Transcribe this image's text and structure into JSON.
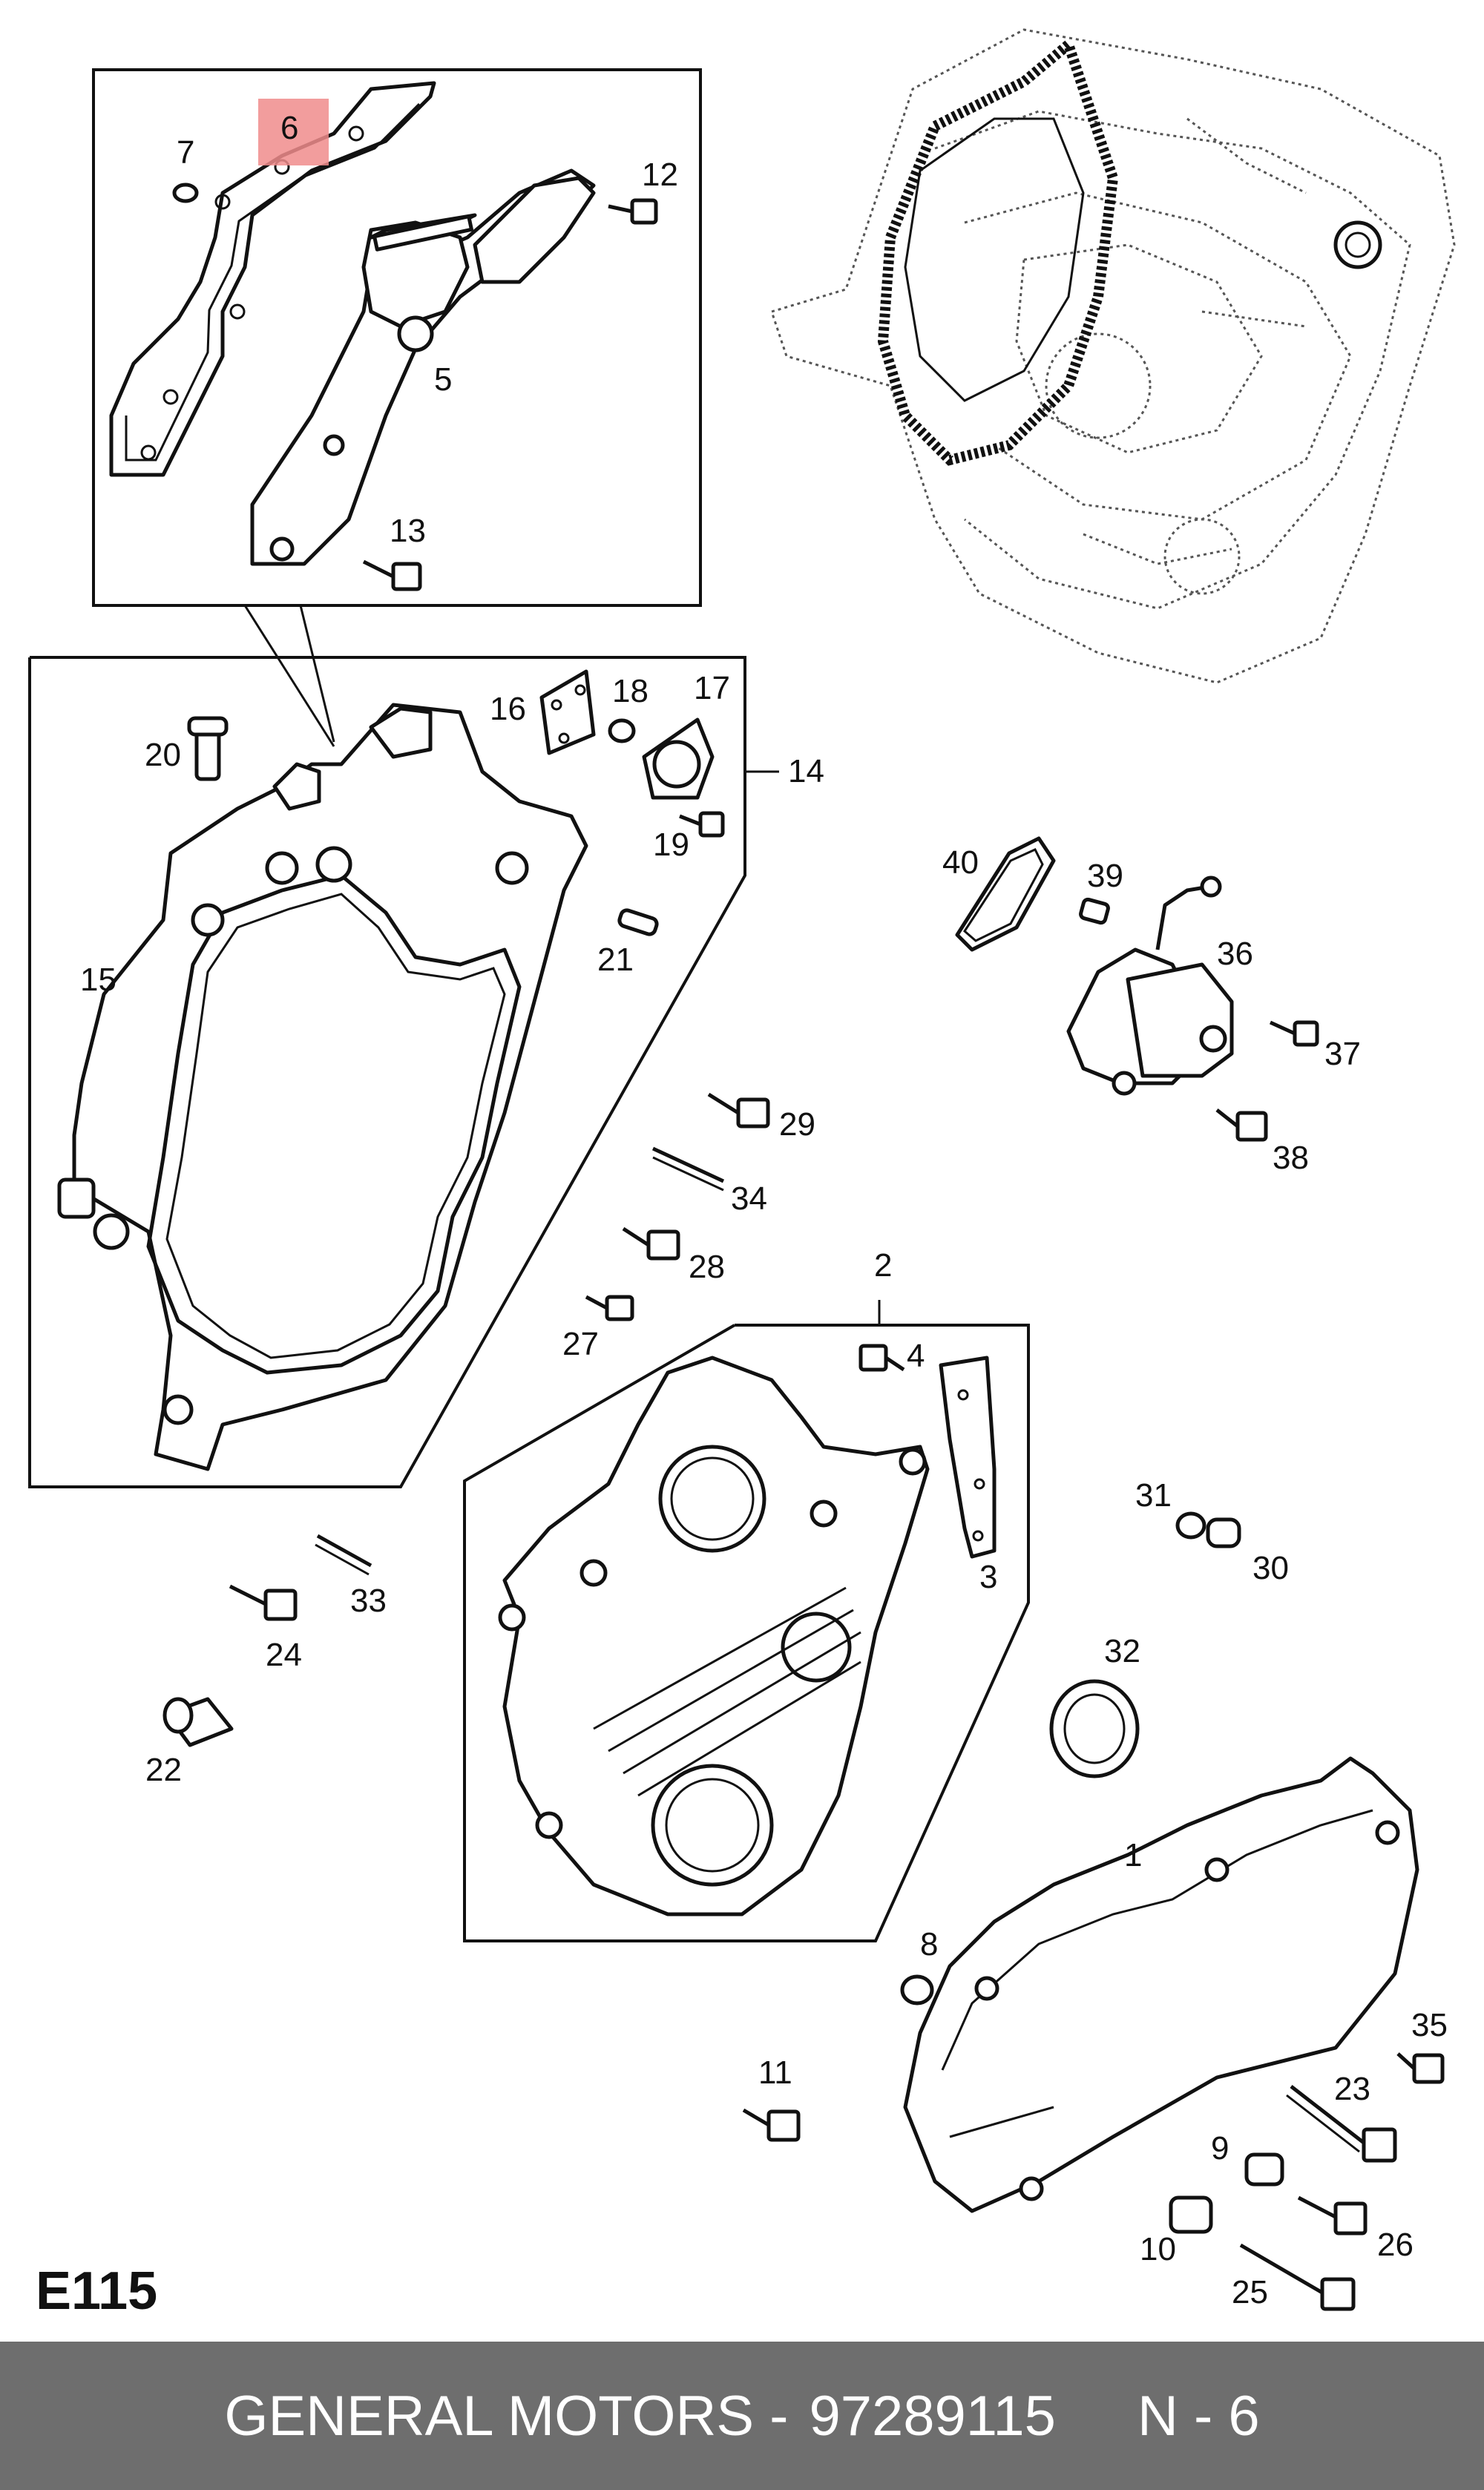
{
  "diagram": {
    "section_code": "E115",
    "highlight_color": "#f08c8c",
    "highlighted_label": "6",
    "labels": {
      "l1": "1",
      "l2": "2",
      "l3": "3",
      "l4": "4",
      "l5": "5",
      "l6": "6",
      "l7": "7",
      "l8": "8",
      "l9": "9",
      "l10": "10",
      "l11": "11",
      "l12": "12",
      "l13": "13",
      "l14": "14",
      "l15": "15",
      "l16": "16",
      "l17": "17",
      "l18": "18",
      "l19": "19",
      "l20": "20",
      "l21": "21",
      "l22": "22",
      "l23": "23",
      "l24": "24",
      "l25": "25",
      "l26": "26",
      "l27": "27",
      "l28": "28",
      "l29": "29",
      "l30": "30",
      "l31": "31",
      "l32": "32",
      "l33": "33",
      "l34": "34",
      "l35": "35",
      "l36": "36",
      "l37": "37",
      "l38": "38",
      "l39": "39",
      "l40": "40"
    }
  },
  "footer": {
    "brand": "GENERAL MOTORS -",
    "part_number": "97289115",
    "page": "N - 6",
    "background": "#6e6e6e"
  }
}
